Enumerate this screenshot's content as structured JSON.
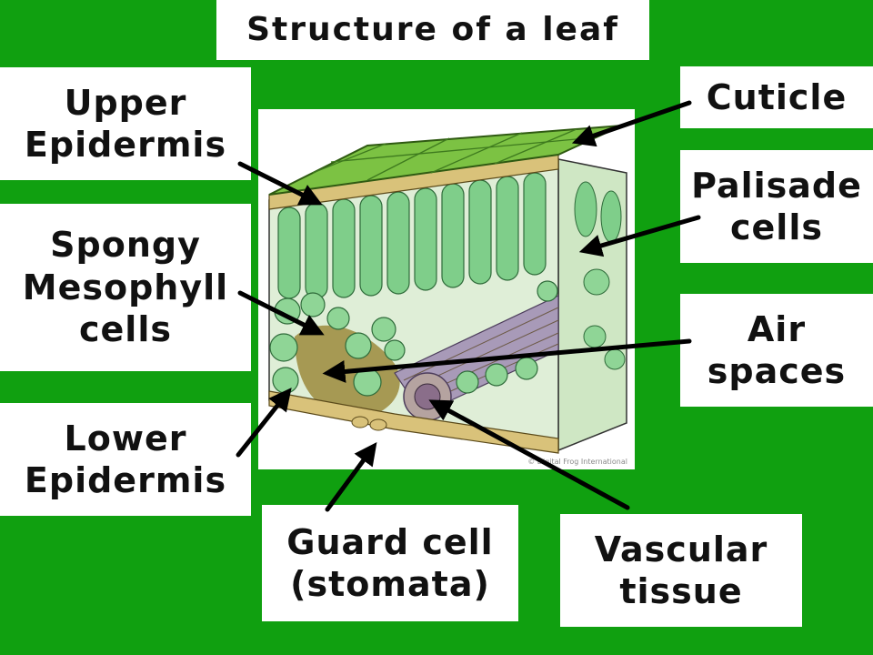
{
  "title": "Structure of a leaf",
  "labels": {
    "upper_epidermis": [
      "Upper",
      "Epidermis"
    ],
    "spongy_mesophyll": [
      "Spongy",
      "Mesophyll",
      "cells"
    ],
    "lower_epidermis": [
      "Lower",
      "Epidermis"
    ],
    "guard_cell": [
      "Guard cell",
      "(stomata)"
    ],
    "vascular_tissue": [
      "Vascular",
      "tissue"
    ],
    "cuticle": [
      "Cuticle"
    ],
    "palisade": [
      "Palisade",
      "cells"
    ],
    "air_spaces": [
      "Air",
      "spaces"
    ]
  },
  "credit": "© Digital Frog International",
  "colors": {
    "background": "#10a010",
    "cuticle_green": "#7cc243",
    "palisade_green": "#7fce8a",
    "epidermis_tan": "#d9c27a",
    "vein_purple": "#a89ab8",
    "air_space_brown": "#9c8a3c"
  }
}
